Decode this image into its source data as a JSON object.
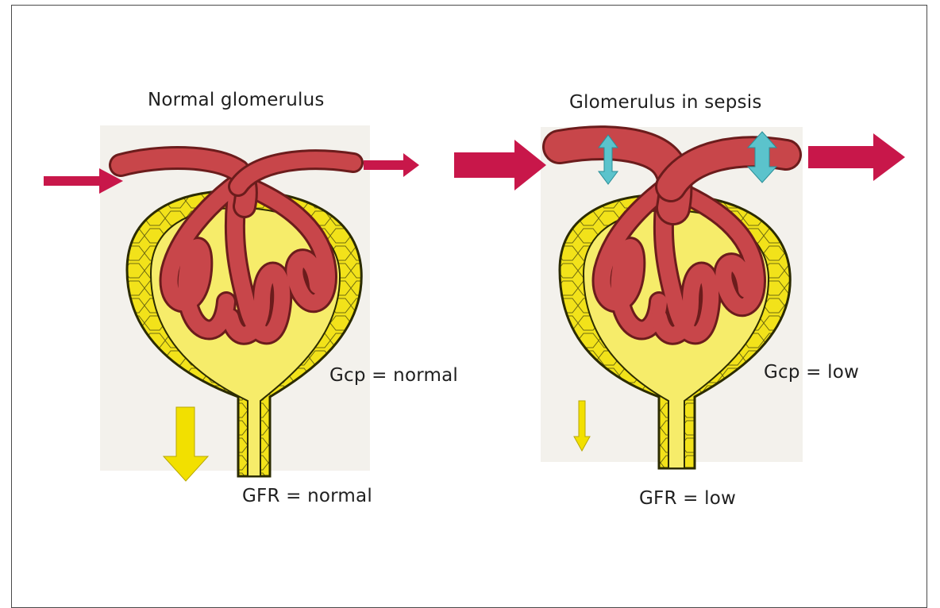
{
  "left": {
    "title": "Normal glomerulus",
    "gcp": "Gcp = normal",
    "gfr": "GFR = normal"
  },
  "right": {
    "title": "Glomerulus in sepsis",
    "gcp": "Gcp = low",
    "gfr": "GFR = low"
  },
  "colors": {
    "blood_arrow": "#c8174a",
    "vessel": "#c8464a",
    "vessel_dark": "#6b1c1c",
    "capsule": "#f2e21a",
    "capsule_line": "#2b2b00",
    "filtrate_arrow": "#f2e000",
    "dilation_arrow": "#5bc3cc",
    "panel_bg": "#f3f1ec"
  }
}
